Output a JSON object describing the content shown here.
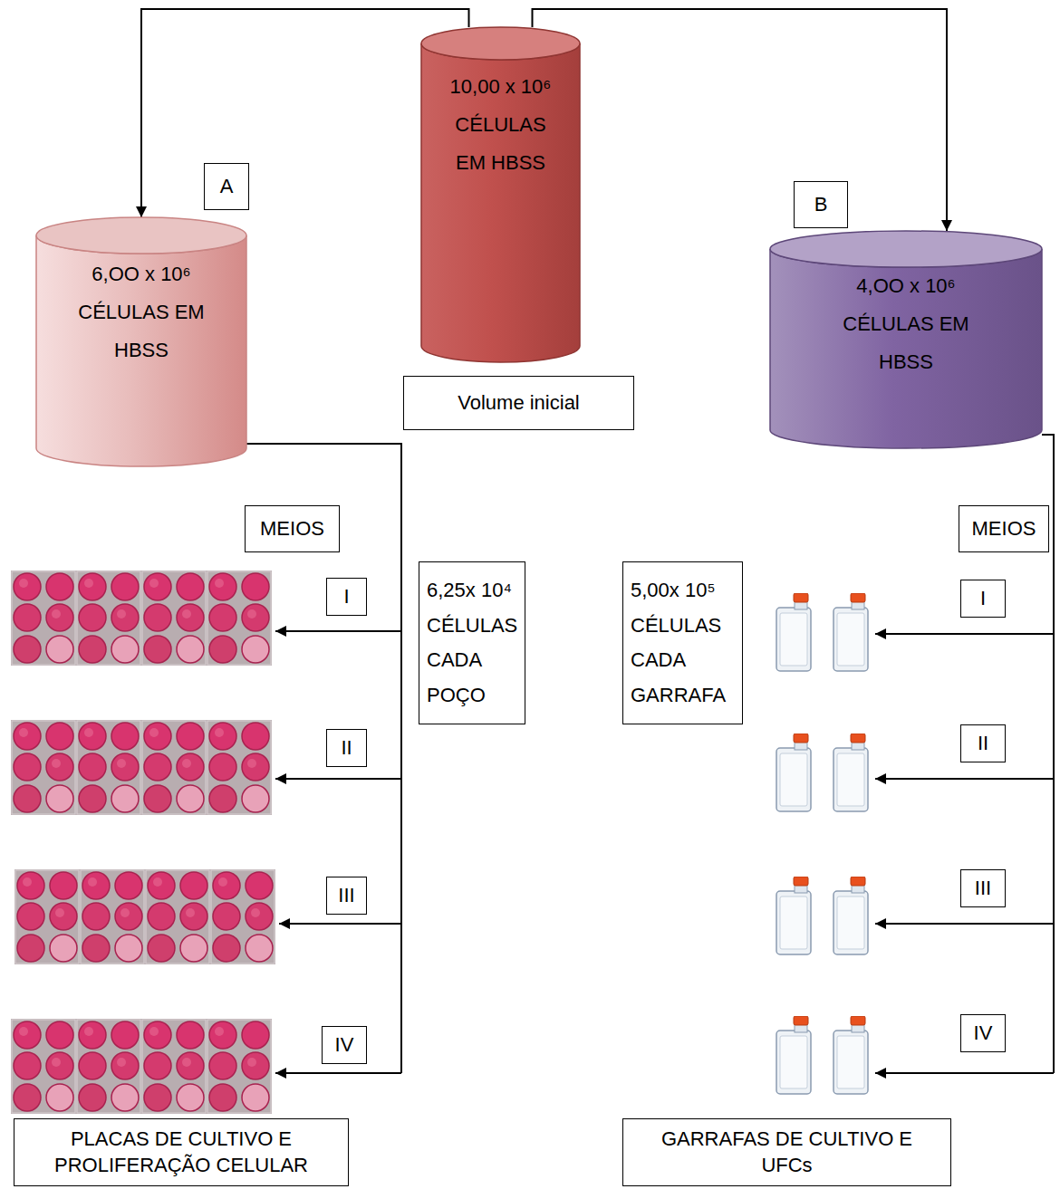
{
  "diagram": {
    "nodes": [
      {
        "text": [
          "10,00 x 10⁶ CÉLULAS EM HBSS"
        ]
      },
      {
        "text": [
          "A"
        ]
      },
      {
        "text": [
          "B"
        ]
      },
      {
        "text": [
          "6,OO x 10⁶ CÉLULAS EM HBSS"
        ]
      },
      {
        "text": [
          "4,OO x 10⁶ CÉLULAS EM HBSS"
        ]
      },
      {
        "text": [
          "Volume inicial"
        ]
      },
      {
        "text": [
          "MEIOS"
        ]
      },
      {
        "text": [
          "MEIOS"
        ]
      },
      {
        "text": [
          "I"
        ]
      },
      {
        "text": [
          "I"
        ]
      },
      {
        "text": [
          "6,25x 10⁴ CÉLULAS CADA POÇO"
        ]
      },
      {
        "text": [
          "5,00x 10⁵ CÉLULAS CADA GARRAFA"
        ]
      },
      {
        "text": [
          "II"
        ]
      },
      {
        "text": [
          "II"
        ]
      },
      {
        "text": [
          "III"
        ]
      },
      {
        "text": [
          "III"
        ]
      },
      {
        "text": [
          "IV"
        ]
      },
      {
        "text": [
          "IV"
        ]
      },
      {
        "text": [
          "PLACAS DE CULTIVO E PROLIFERAÇÃO CELULAR"
        ]
      },
      {
        "text": [
          "GARRAFAS DE CULTIVO E UFCs"
        ]
      }
    ],
    "edges": [
      {
        "from": 0,
        "to": 3,
        "arrow": "to"
      },
      {
        "from": 0,
        "to": 4,
        "arrow": "to"
      }
    ]
  }
}
